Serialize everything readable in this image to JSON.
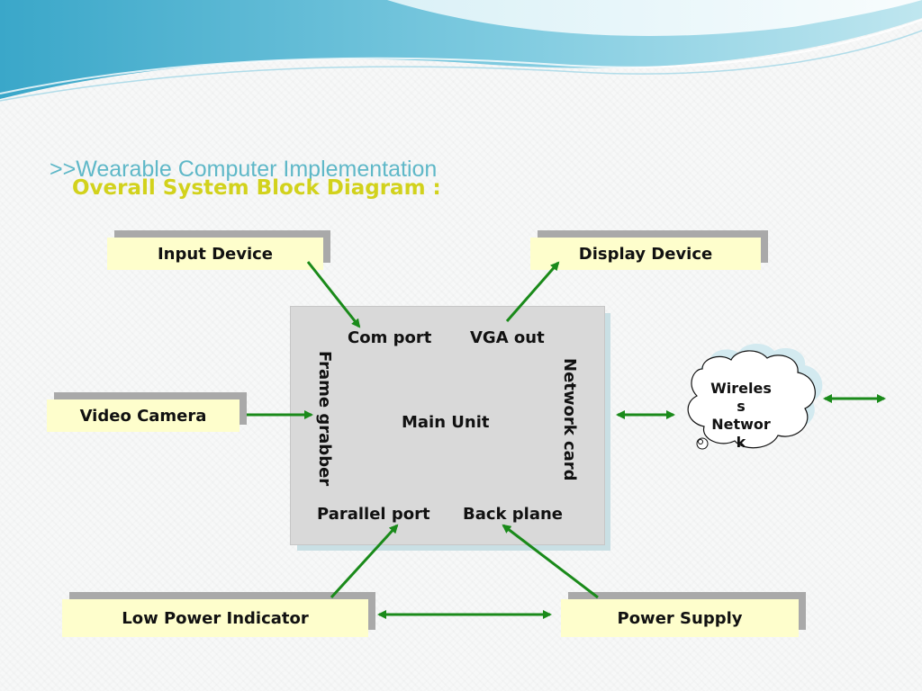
{
  "title": {
    "line1": ">>Wearable Computer Implementation",
    "line2": "Overall System Block Diagram :"
  },
  "blocks": {
    "input_device": "Input Device",
    "display_device": "Display Device",
    "video_camera": "Video Camera",
    "low_power_indicator": "Low Power Indicator",
    "power_supply": "Power Supply"
  },
  "main_unit": {
    "label": "Main Unit",
    "com_port": "Com port",
    "vga_out": "VGA out",
    "frame_grabber": "Frame grabber",
    "network_card": "Network card",
    "parallel_port": "Parallel port",
    "back_plane": "Back plane"
  },
  "wireless_cloud": {
    "lines": [
      "Wireles",
      "s",
      "Networ",
      "k"
    ]
  },
  "colors": {
    "arrow": "#1a8a1a",
    "block_face": "#fefecc",
    "block_shadow": "#a9a9a9",
    "main_unit_fill": "#d9d9d9",
    "title_line1": "#5fb8c8",
    "title_line2": "#d2d21c"
  }
}
